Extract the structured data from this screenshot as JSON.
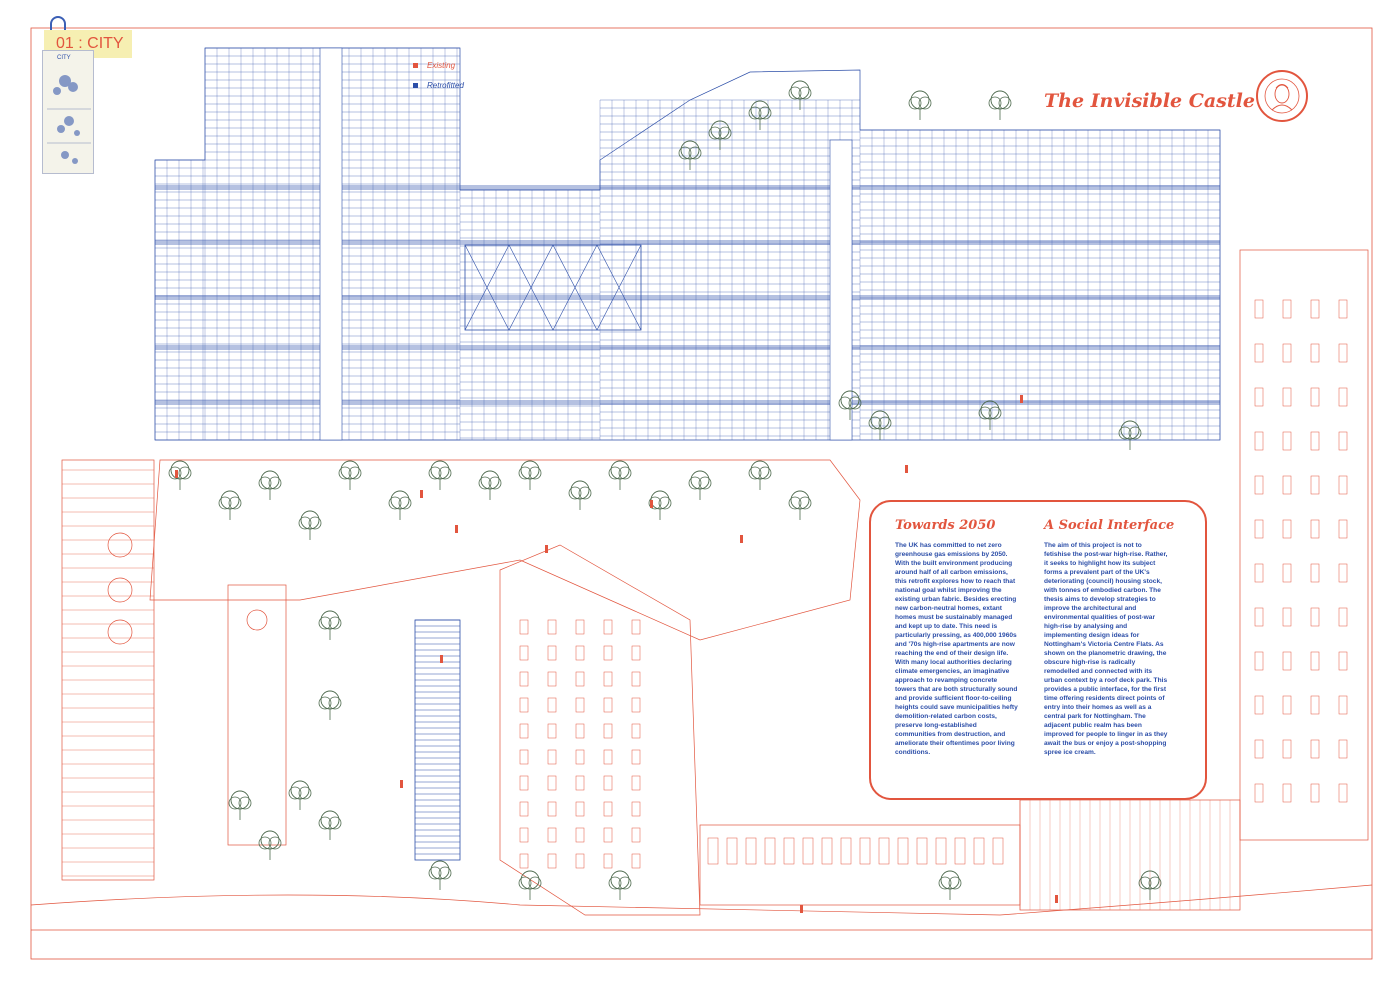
{
  "sheet_tag": "01 : CITY",
  "thumbnail_label": "CITY",
  "legend": [
    {
      "label": "Existing",
      "color": "#e2553e"
    },
    {
      "label": "Retrofitted",
      "color": "#2c4ea8"
    }
  ],
  "title": "The Invisible Castle",
  "seal": {
    "icon": "portrait-seal-icon",
    "color": "#e2553e"
  },
  "colors": {
    "existing": "#e2553e",
    "retrofitted": "#2c4ea8",
    "vegetation": "#4f6b4f",
    "tag_bg": "#f6efb2"
  },
  "text_panel": {
    "columns": [
      {
        "heading": "Towards 2050",
        "body": "The UK has committed to net zero greenhouse gas emissions by 2050. With the built environment producing around half of all carbon emissions, this retrofit explores how to reach that national goal whilst improving the existing urban fabric. Besides erecting new carbon-neutral homes, extant homes must be sustainably managed and kept up to date. This need is particularly pressing, as 400,000 1960s and '70s high-rise apartments are now reaching the end of their design life. With many local authorities declaring climate emergencies, an imaginative approach to revamping concrete towers that are both structurally sound and provide sufficient floor-to-ceiling heights could save municipalities hefty demolition-related carbon costs, preserve long-established communities from destruction, and ameliorate their oftentimes poor living conditions."
      },
      {
        "heading": "A Social Interface",
        "body": "The aim of this project is not to fetishise the post-war high-rise. Rather, it seeks to highlight how its subject forms a prevalent part of the UK's deteriorating (council) housing stock, with tonnes of embodied carbon. The thesis aims to develop strategies to improve the architectural and environmental qualities of post-war high-rise by analysing and implementing design ideas for Nottingham's Victoria Centre Flats. As shown on the planometric drawing, the obscure high-rise is radically remodelled and connected with its urban context by a roof deck park. This provides a public interface, for the first time offering residents direct points of entry into their homes as well as a central park for Nottingham. The adjacent public realm has been improved for people to linger in as they await the bus or enjoy a post-shopping spree ice cream."
      }
    ]
  }
}
